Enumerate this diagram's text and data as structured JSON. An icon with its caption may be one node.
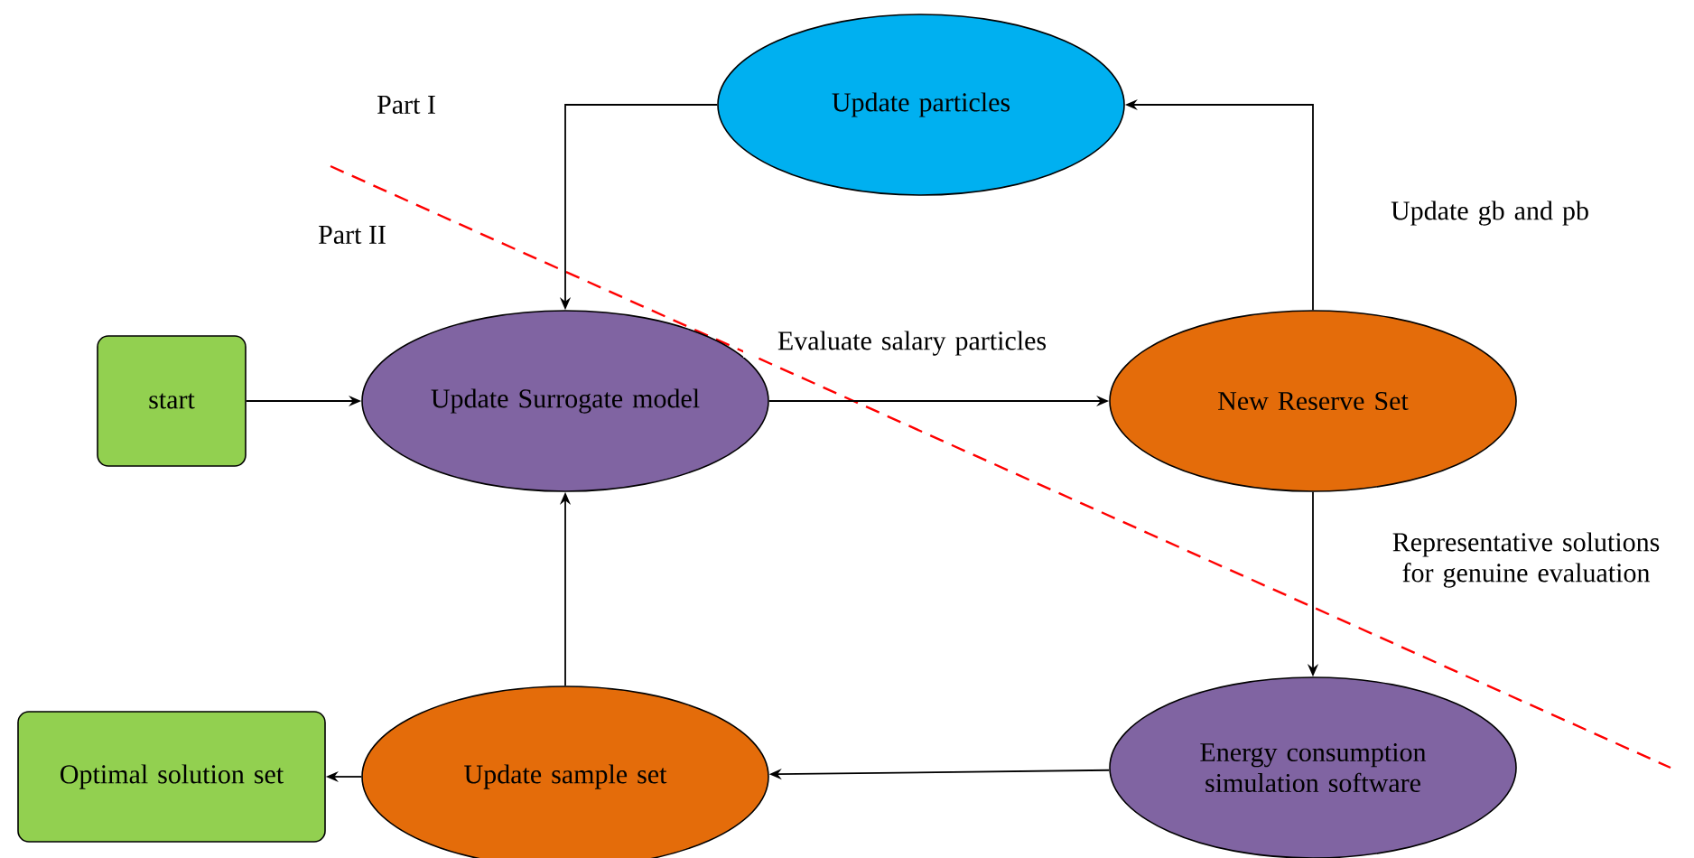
{
  "diagram": {
    "nodes": [
      {
        "text": [
          "start"
        ]
      },
      {
        "text": [
          "Update Surrogate model"
        ]
      },
      {
        "text": [
          "Update particles"
        ]
      },
      {
        "text": [
          "New Reserve Set"
        ]
      },
      {
        "text": [
          "Energy consumption simulation software"
        ]
      },
      {
        "text": [
          "Update sample set"
        ]
      },
      {
        "text": [
          "Optimal solution set"
        ]
      }
    ],
    "edges": [
      {
        "from": 0,
        "to": 1,
        "arrow": "to"
      },
      {
        "from": 1,
        "to": 3,
        "arrow": "to",
        "label": "Evaluate salary particles"
      },
      {
        "from": 3,
        "to": 2,
        "arrow": "to",
        "label": "Update gb and pb"
      },
      {
        "from": 2,
        "to": 1,
        "arrow": "to"
      },
      {
        "from": 3,
        "to": 4,
        "arrow": "to",
        "label": "Representative solutions for genuine evaluation"
      },
      {
        "from": 4,
        "to": 5,
        "arrow": "to"
      },
      {
        "from": 5,
        "to": 1,
        "arrow": "to"
      },
      {
        "from": 5,
        "to": 6,
        "arrow": "to"
      }
    ],
    "labels": [
      "Part I",
      "Part II"
    ]
  }
}
